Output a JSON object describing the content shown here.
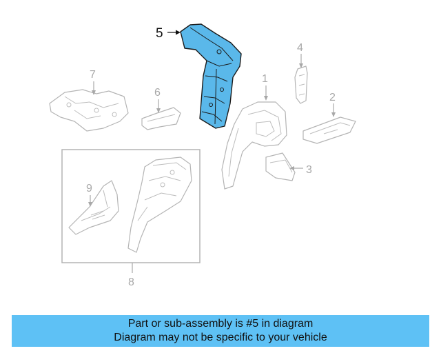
{
  "diagram": {
    "highlighted_part": "5",
    "callouts": [
      "5",
      "4",
      "7",
      "6",
      "1",
      "2",
      "3",
      "9",
      "8"
    ]
  },
  "banner": {
    "line1": "Part or sub-assembly is #5 in diagram",
    "line2": "Diagram may not be specific to your vehicle",
    "color": "#5ec1f5"
  },
  "colors": {
    "highlight": "#5ab8ea",
    "line_art": "#b4b4b4",
    "callout_text": "#a8a8a8"
  }
}
